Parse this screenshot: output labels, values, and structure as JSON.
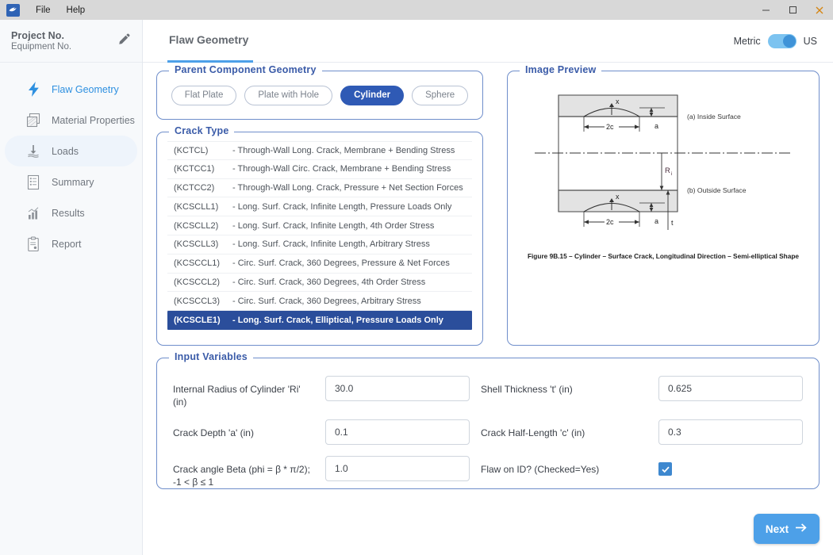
{
  "titlebar": {
    "logo_icon": "app-logo-swoosh",
    "menus": [
      "File",
      "Help"
    ],
    "minimize": "—",
    "maximize": "☐",
    "close": "✕"
  },
  "sidebar": {
    "project_no": "Project No.",
    "equipment_no": "Equipment No.",
    "edit_icon": "pencil-icon",
    "items": [
      {
        "label": "Flaw Geometry",
        "icon": "lightning-bolt-icon",
        "state": "active"
      },
      {
        "label": "Material Properties",
        "icon": "stacked-plates-icon",
        "state": "normal"
      },
      {
        "label": "Loads",
        "icon": "downward-load-arrow-icon",
        "state": "hover"
      },
      {
        "label": "Summary",
        "icon": "list-document-icon",
        "state": "normal"
      },
      {
        "label": "Results",
        "icon": "bar-chart-icon",
        "state": "normal"
      },
      {
        "label": "Report",
        "icon": "clipboard-icon",
        "state": "normal"
      }
    ]
  },
  "header": {
    "tab_label": "Flaw Geometry",
    "unit_left": "Metric",
    "unit_right": "US",
    "toggle_position": "right"
  },
  "geometry": {
    "legend": "Parent Component Geometry",
    "options": [
      {
        "label": "Flat Plate",
        "selected": false
      },
      {
        "label": "Plate with Hole",
        "selected": false
      },
      {
        "label": "Cylinder",
        "selected": true
      },
      {
        "label": "Sphere",
        "selected": false
      }
    ]
  },
  "crack_type": {
    "legend": "Crack Type",
    "rows": [
      {
        "code": "(KCTCL)",
        "desc": "- Through-Wall Long. Crack, Membrane + Bending Stress",
        "selected": false
      },
      {
        "code": "(KCTCC1)",
        "desc": "- Through-Wall Circ. Crack, Membrane + Bending Stress",
        "selected": false
      },
      {
        "code": "(KCTCC2)",
        "desc": "- Through-Wall Long. Crack, Pressure + Net Section Forces",
        "selected": false
      },
      {
        "code": "(KCSCLL1)",
        "desc": "- Long. Surf. Crack, Infinite Length, Pressure Loads Only",
        "selected": false
      },
      {
        "code": "(KCSCLL2)",
        "desc": "- Long. Surf. Crack, Infinite Length, 4th Order Stress",
        "selected": false
      },
      {
        "code": "(KCSCLL3)",
        "desc": "- Long. Surf. Crack, Infinite Length, Arbitrary Stress",
        "selected": false
      },
      {
        "code": "(KCSCCL1)",
        "desc": "- Circ. Surf. Crack, 360 Degrees, Pressure & Net Forces",
        "selected": false
      },
      {
        "code": "(KCSCCL2)",
        "desc": "- Circ. Surf. Crack, 360 Degrees, 4th Order Stress",
        "selected": false
      },
      {
        "code": "(KCSCCL3)",
        "desc": "- Circ. Surf. Crack, 360 Degrees, Arbitrary Stress",
        "selected": false
      },
      {
        "code": "(KCSCLE1)",
        "desc": "- Long. Surf. Crack, Elliptical, Pressure Loads Only",
        "selected": true
      }
    ]
  },
  "preview": {
    "legend": "Image Preview",
    "caption": "Figure 9B.15 – Cylinder – Surface Crack, Longitudinal Direction – Semi-elliptical Shape",
    "labels": {
      "inside_surface": "(a) Inside Surface",
      "outside_surface": "(b) Outside Surface",
      "x_top": "x",
      "x_bottom": "x",
      "two_c_top": "2c",
      "two_c_bottom": "2c",
      "a_top": "a",
      "a_bottom": "a",
      "radius": "R",
      "radius_sub": "i",
      "thickness": "t"
    }
  },
  "inputs": {
    "legend": "Input Variables",
    "fields": [
      {
        "label": "Internal Radius of Cylinder 'Ri' (in)",
        "value": "30.0",
        "type": "text"
      },
      {
        "label": "Shell Thickness 't' (in)",
        "value": "0.625",
        "type": "text"
      },
      {
        "label": "Crack Depth 'a' (in)",
        "value": "0.1",
        "type": "text"
      },
      {
        "label": "Crack Half-Length 'c' (in)",
        "value": "0.3",
        "type": "text"
      },
      {
        "label": "Crack angle Beta (phi = β * π/2); -1 < β ≤ 1",
        "value": "1.0",
        "type": "text"
      },
      {
        "label": "Flaw on ID? (Checked=Yes)",
        "value": "checked",
        "type": "checkbox"
      }
    ]
  },
  "footer": {
    "next_label": "Next",
    "next_icon": "arrow-right-icon"
  },
  "colors": {
    "accent_blue": "#4da0e8",
    "deep_blue": "#2b4e9b",
    "pill_selected": "#2f5ab5",
    "legend_blue": "#3a5ba8",
    "card_border": "#6f8ecb",
    "checkbox": "#3e88cf"
  }
}
